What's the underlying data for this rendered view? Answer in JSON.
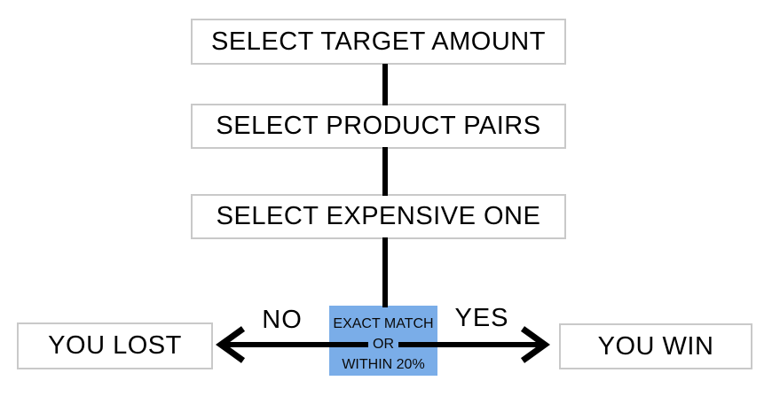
{
  "diagram": {
    "title": "price guessing game flow",
    "steps": [
      {
        "label": "SELECT TARGET AMOUNT"
      },
      {
        "label": "SELECT PRODUCT PAIRS"
      },
      {
        "label": "SELECT EXPENSIVE ONE"
      }
    ],
    "decision": {
      "line1": "EXACT MATCH",
      "line2": "OR",
      "line3": "WITHIN 20%"
    },
    "no_branch": {
      "label": "NO",
      "result": "YOU LOST"
    },
    "yes_branch": {
      "label": "YES",
      "result": "YOU WIN"
    },
    "colors": {
      "decision_fill": "#7aade8",
      "box_border": "#c9c9c9",
      "box_fill": "#ffffff",
      "connector": "#000000",
      "text": "#000000"
    }
  }
}
